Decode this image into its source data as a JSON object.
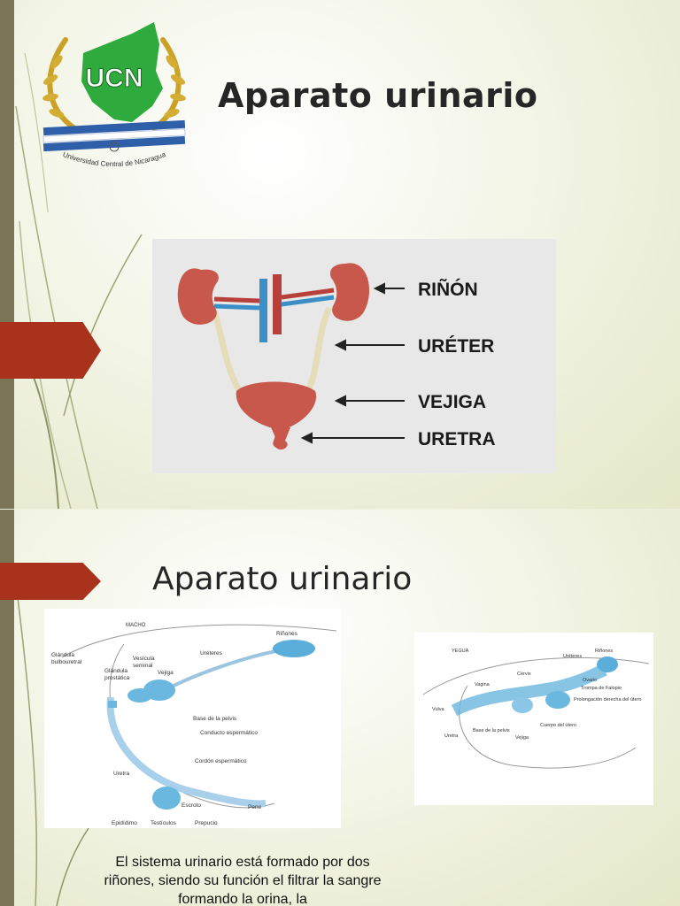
{
  "slide1": {
    "title": "Aparato urinario",
    "logo": {
      "brand": "UCN",
      "university": "Universidad Central de Nicaragua"
    },
    "diagram": {
      "labels": [
        "RIÑÓN",
        "URÉTER",
        "VEJIGA",
        "URETRA"
      ]
    }
  },
  "slide2": {
    "title": "Aparato urinario",
    "male_figure": {
      "heading": "MACHO",
      "labels": {
        "rinones": "Riñones",
        "glandula": "Glándula",
        "bulbouretral": "bulbouretral",
        "vesicula": "Vesícula",
        "seminal": "seminal",
        "ureteres": "Uréteres",
        "glandula2": "Glándula",
        "prostatica": "prostática",
        "vejiga": "Vejiga",
        "base_pelvis": "Base de la pelvis",
        "conducto": "Conducto espermático",
        "cordon": "Cordón espermático",
        "uretra": "Uretra",
        "escroto": "Escroto",
        "pene": "Pene",
        "epididimo": "Epidídimo",
        "testiculos": "Testículos",
        "prepucio": "Prepucio"
      }
    },
    "female_figure": {
      "heading": "YEGUA",
      "labels": {
        "ureteres": "Uréteres",
        "rinones": "Riñones",
        "cervix": "Cérvix",
        "ovario": "Ovario",
        "vagina": "Vagina",
        "trompa": "Trompa de Falopio",
        "prolongacion": "Prolongación derecha del útero",
        "vulva": "Vulva",
        "base_pelvis": "Base de la pelvis",
        "cuerpo_utero": "Cuerpo del útero",
        "uretra": "Uretra",
        "vejiga": "Vejiga"
      }
    },
    "caption": "El sistema urinario está formado por dos riñones, siendo su función el filtrar la sangre formando la orina, la"
  },
  "colors": {
    "accent": "#a8321c",
    "organ_red": "#c8574c",
    "vein_blue": "#3b8fc6",
    "artery_red": "#b8403a",
    "ureter": "#e5dcb9",
    "logo_green": "#2eab3c",
    "logo_gold": "#c9a227",
    "logo_blue": "#2f5fa8"
  }
}
